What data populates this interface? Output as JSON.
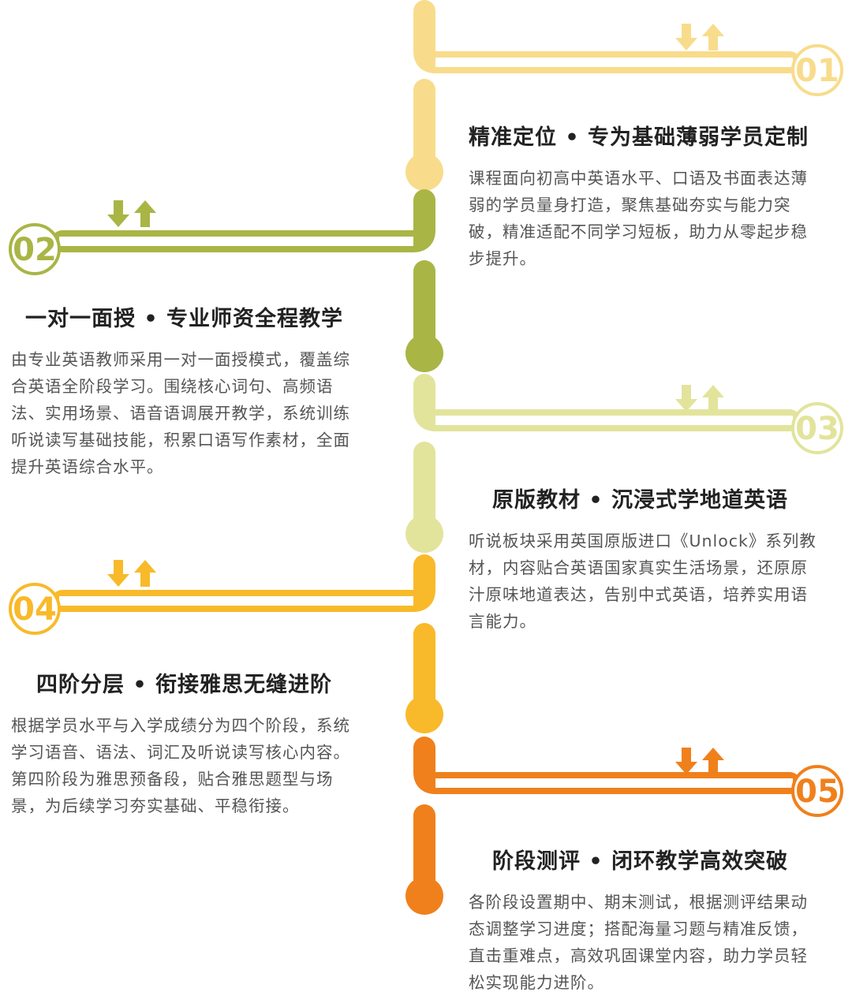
{
  "steps": [
    {
      "num": "01",
      "title": "精准定位 • 专为基础薄弱学员定制",
      "lines": [
        "课程面向初高中英语水平、口语及书面表达薄",
        "弱的学员量身打造，聚焦基础夯实与能力突",
        "破，精准适配不同学习短板，助力从零起步稳",
        "步提升。"
      ],
      "color": "#f8dc8c",
      "icon": "down-up-arrows-icon"
    },
    {
      "num": "02",
      "title": "一对一面授 • 专业师资全程教学",
      "lines": [
        "由专业英语教师采用一对一面授模式，覆盖综",
        "合英语全阶段学习。围绕核心词句、高频语",
        "法、实用场景、语音语调展开教学，系统训练",
        "听说读写基础技能，积累口语写作素材，全面",
        "提升英语综合水平。"
      ],
      "color": "#a9b545",
      "icon": "down-up-arrows-icon"
    },
    {
      "num": "03",
      "title": "原版教材 • 沉浸式学地道英语",
      "lines": [
        "听说板块采用英国原版进口《Unlock》系列教",
        "材，内容贴合英语国家真实生活场景，还原原",
        "汁原味地道表达，告别中式英语，培养实用语",
        "言能力。"
      ],
      "color": "#e2e49c",
      "icon": "down-up-arrows-icon"
    },
    {
      "num": "04",
      "title": "四阶分层 • 衔接雅思无缝进阶",
      "lines": [
        "根据学员水平与入学成绩分为四个阶段，系统",
        "学习语音、语法、词汇及听说读写核心内容。",
        "第四阶段为雅思预备段，贴合雅思题型与场",
        "景，为后续学习夯实基础、平稳衔接。"
      ],
      "color": "#f8ba2a",
      "icon": "down-up-arrows-icon"
    },
    {
      "num": "05",
      "title": "阶段测评 • 闭环教学高效突破",
      "lines": [
        "各阶段设置期中、期末测试，根据测评结果动",
        "态调整学习进度；搭配海量习题与精准反馈，",
        "直击重难点，高效巩固课堂内容，助力学员轻",
        "松实现能力进阶。"
      ],
      "color": "#f0801c",
      "icon": "down-up-arrows-icon"
    }
  ]
}
